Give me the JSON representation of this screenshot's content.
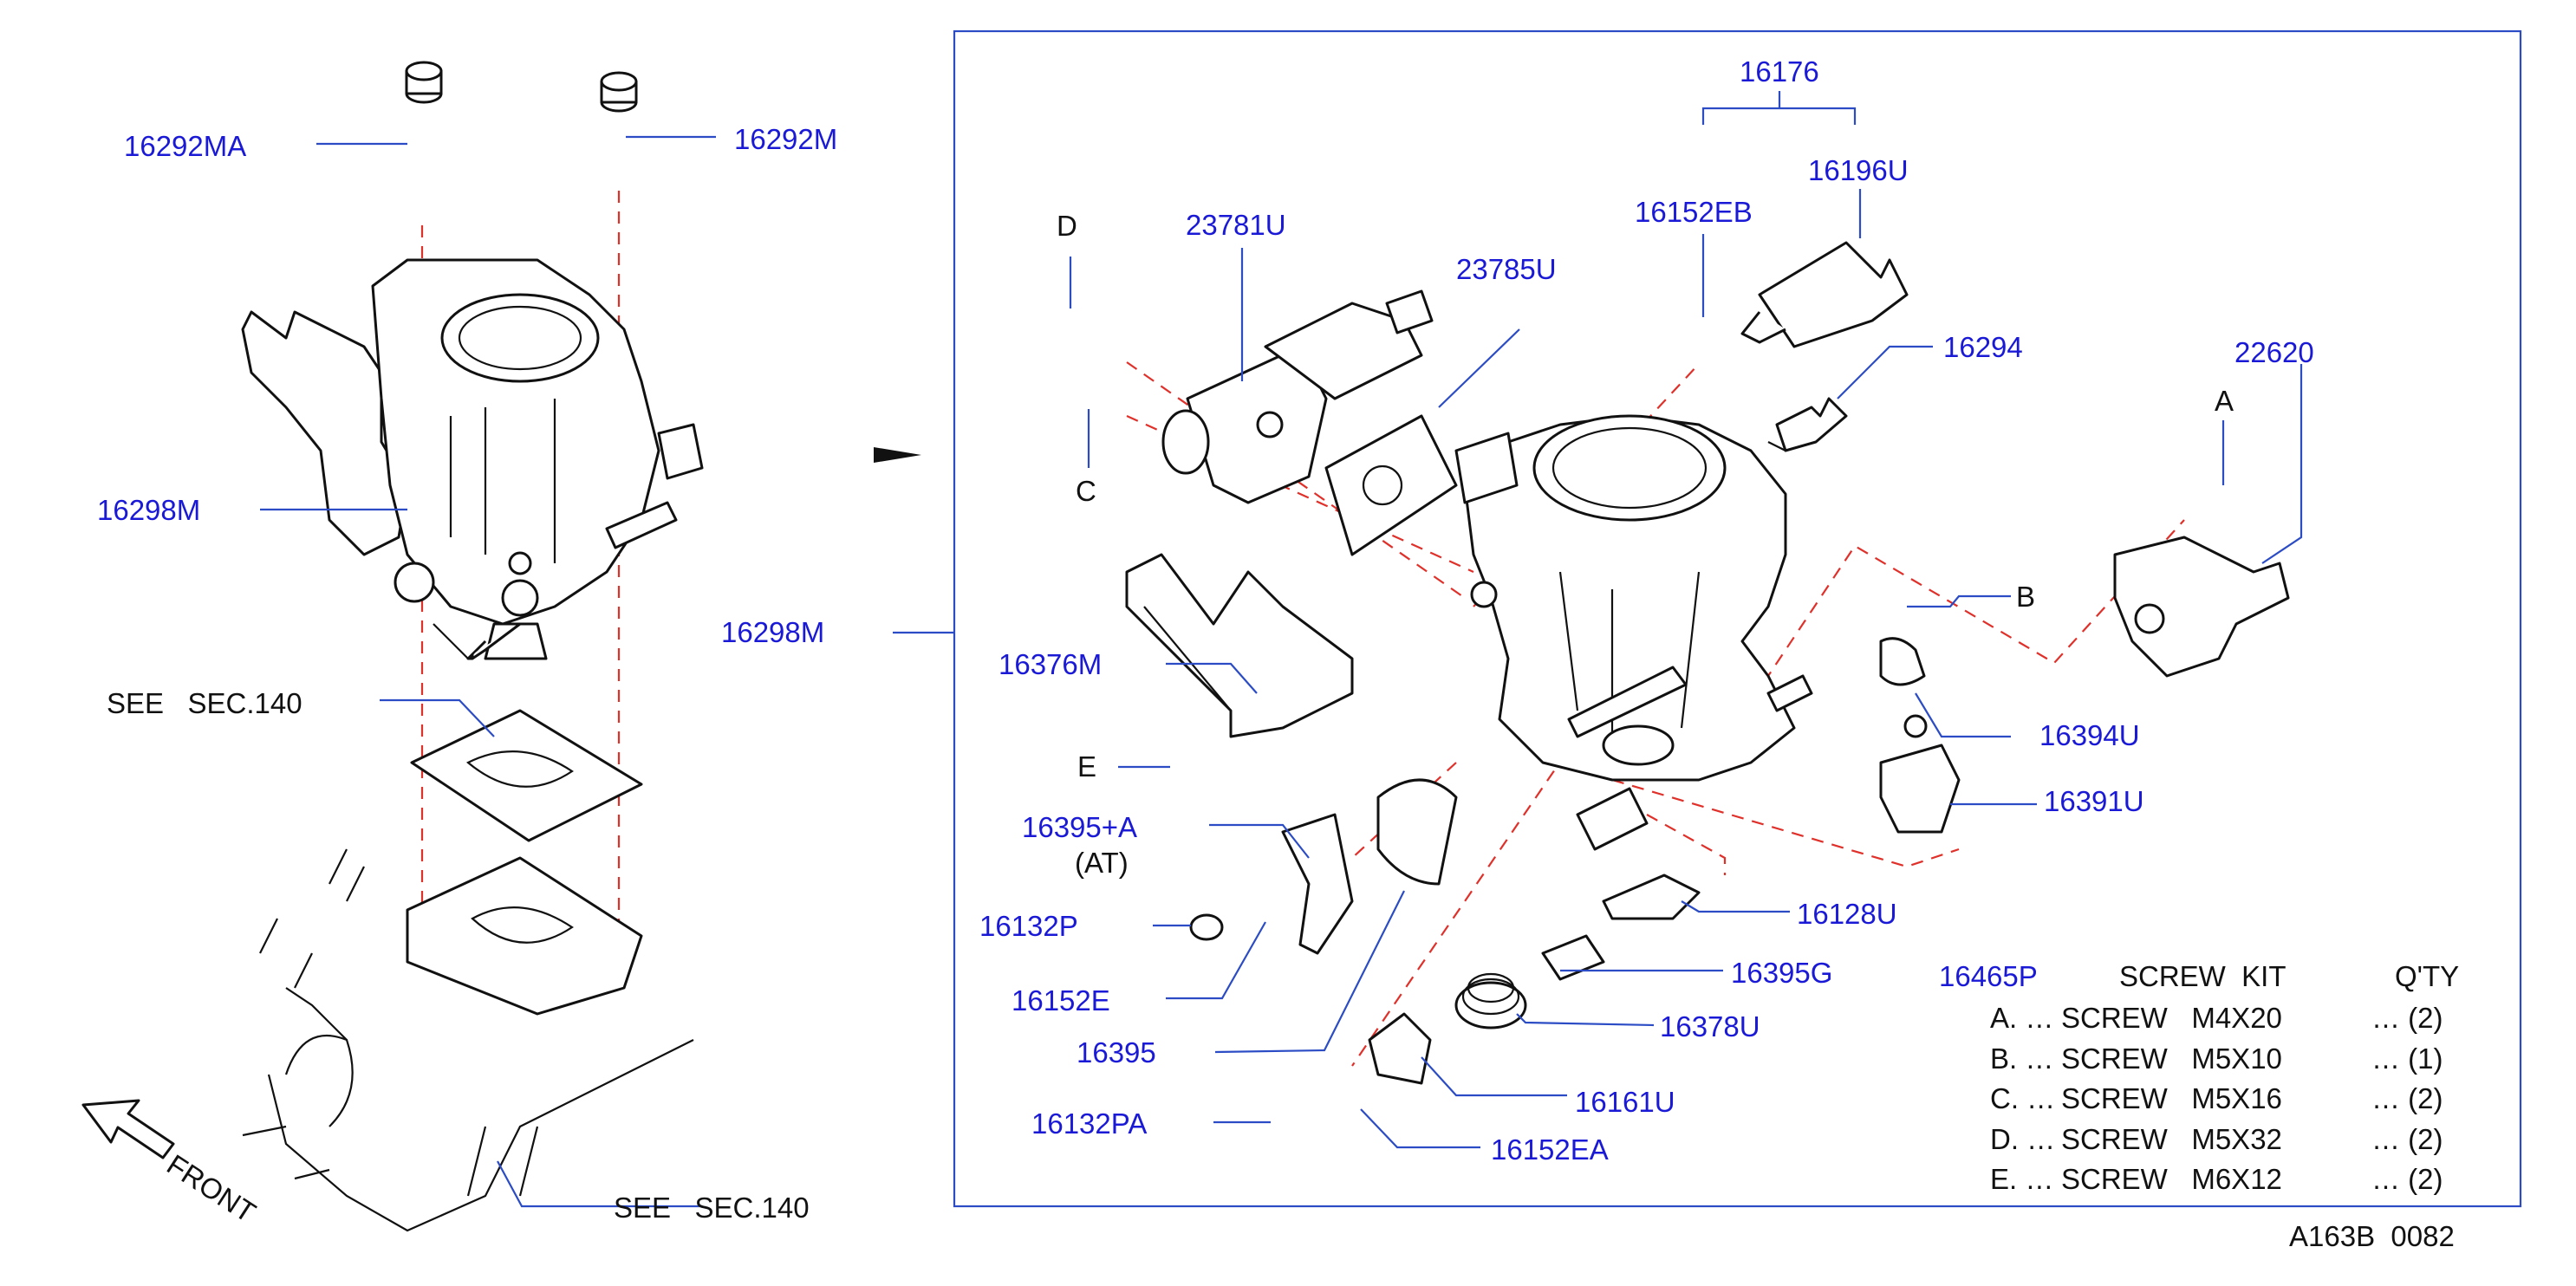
{
  "left_labels": {
    "grommet_left": "16292MA",
    "grommet_right": "16292M",
    "throttle_body": "16298M",
    "gasket_see": "SEE   SEC.140",
    "manifold_see": "SEE   SEC.140",
    "front": "FRONT"
  },
  "frame_label": "16298M",
  "right_labels": {
    "p16176": "16176",
    "p16152EB": "16152EB",
    "p16196U": "16196U",
    "p23781U": "23781U",
    "p23785U": "23785U",
    "p16294": "16294",
    "p22620": "22620",
    "p16376M": "16376M",
    "p16394U": "16394U",
    "p16391U": "16391U",
    "p16395A": "16395+A",
    "at": "(AT)",
    "p16132P": "16132P",
    "p16152E": "16152E",
    "p16395": "16395",
    "p16132PA": "16132PA",
    "p16128U": "16128U",
    "p16395G": "16395G",
    "p16378U": "16378U",
    "p16161U": "16161U",
    "p16152EA": "16152EA"
  },
  "letters": {
    "A": "A",
    "B": "B",
    "C": "C",
    "D": "D",
    "E": "E"
  },
  "kit": {
    "part_no": "16465P",
    "title": "SCREW  KIT",
    "qty_header": "Q'TY",
    "rows": [
      {
        "key": "A. …",
        "desc": "SCREW   M4X20",
        "qty": "… (2)"
      },
      {
        "key": "B. …",
        "desc": "SCREW   M5X10",
        "qty": "… (1)"
      },
      {
        "key": "C. …",
        "desc": "SCREW   M5X16",
        "qty": "… (2)"
      },
      {
        "key": "D. …",
        "desc": "SCREW   M5X32",
        "qty": "… (2)"
      },
      {
        "key": "E. …",
        "desc": "SCREW   M6X12",
        "qty": "… (2)"
      }
    ]
  },
  "diagram_code": "A163B  0082",
  "colors": {
    "label": "#1a1ad6",
    "leader": "#2b4cc4",
    "dashed": "#e0302a",
    "line": "#111111"
  }
}
